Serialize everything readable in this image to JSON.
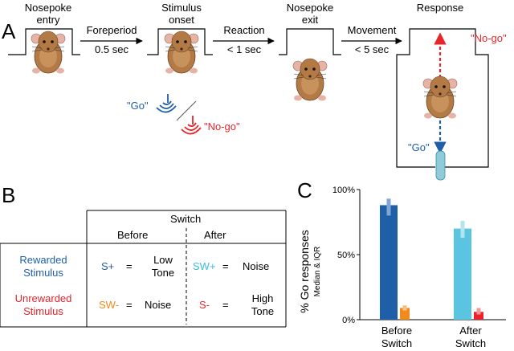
{
  "panels": {
    "a": "A",
    "b": "B",
    "c": "C"
  },
  "panel_a": {
    "stages": [
      "Nosepoke\nentry",
      "Stimulus\nonset",
      "Nosepoke\nexit",
      "Response"
    ],
    "transitions": [
      {
        "name": "Foreperiod",
        "value": "0.5 sec"
      },
      {
        "name": "Reaction",
        "value": "< 1 sec"
      },
      {
        "name": "Movement",
        "value": "< 5 sec"
      }
    ],
    "cues": {
      "go": "\"Go\"",
      "nogo": "\"No-go\""
    },
    "response": {
      "go": "\"Go\"",
      "nogo": "\"No-go\""
    },
    "colors": {
      "go": "#1f5fa8",
      "nogo": "#e8242a",
      "mouse": "#b47a45",
      "port": "#8fcbd8"
    }
  },
  "panel_b": {
    "switch_header": "Switch",
    "before": "Before",
    "after": "After",
    "rows": [
      {
        "label": "Rewarded\nStimulus",
        "color": "#1f5fa8",
        "before_sym": "S+",
        "before_sym_color": "#1f5fa8",
        "before_eq": "=",
        "before_val": "Low\nTone",
        "after_sym": "SW+",
        "after_sym_color": "#3bbde0",
        "after_eq": "=",
        "after_val": "Noise"
      },
      {
        "label": "Unrewarded\nStimulus",
        "color": "#e8242a",
        "before_sym": "SW-",
        "before_sym_color": "#f08a1c",
        "before_eq": "=",
        "before_val": "Noise",
        "after_sym": "S-",
        "after_sym_color": "#e8242a",
        "after_eq": "=",
        "after_val": "High\nTone"
      }
    ]
  },
  "chart_data": {
    "type": "bar",
    "ylabel": "% Go responses",
    "ylabel_sub": "Median & IQR",
    "ylim": [
      0,
      100
    ],
    "yticks": [
      "0%",
      "50%",
      "100%"
    ],
    "categories": [
      "Before\nSwitch",
      "After\nSwitch"
    ],
    "series": [
      {
        "values": [
          88,
          70
        ],
        "iqr": [
          [
            80,
            93
          ],
          [
            63,
            76
          ]
        ],
        "colors": [
          "#1f5fa8",
          "#5bc4e0"
        ],
        "err_colors": [
          "#7fa6d6",
          "#b4e3f1"
        ]
      },
      {
        "values": [
          9,
          6
        ],
        "iqr": [
          [
            7,
            11
          ],
          [
            4,
            9
          ]
        ],
        "colors": [
          "#f08a1c",
          "#e8242a"
        ],
        "err_colors": [
          "#f7bf80",
          "#f09a9c"
        ]
      }
    ]
  }
}
